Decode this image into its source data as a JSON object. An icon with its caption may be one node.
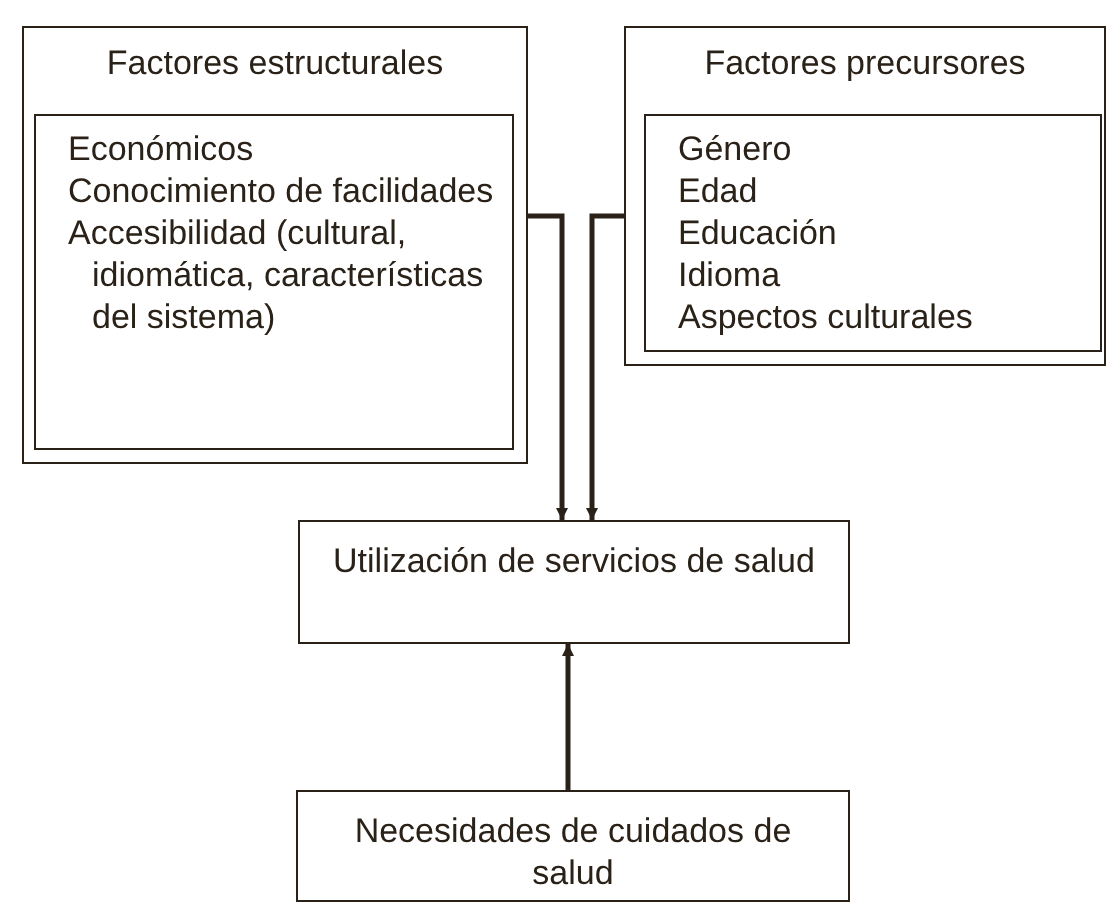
{
  "diagram": {
    "nodes": [
      {
        "text": [
          "Factores estructurales"
        ]
      },
      {
        "text": [
          "Económicos",
          "Conocimiento de facilidades",
          "Accesibilidad (cultural, idiomática, características del sistema)"
        ],
        "in": 0
      },
      {
        "text": [
          "Factores precursores"
        ]
      },
      {
        "text": [
          "Género",
          "Edad",
          "Educación",
          "Idioma",
          "Aspectos culturales"
        ],
        "in": 2
      },
      {
        "text": [
          "Utilización de servicios de salud"
        ]
      },
      {
        "text": [
          "Necesidades de cuidados de salud"
        ]
      }
    ],
    "edges": [
      {
        "from": 0,
        "to": 4,
        "arrow": "to"
      },
      {
        "from": 2,
        "to": 4,
        "arrow": "to"
      },
      {
        "from": 5,
        "to": 4,
        "arrow": "to"
      }
    ]
  }
}
